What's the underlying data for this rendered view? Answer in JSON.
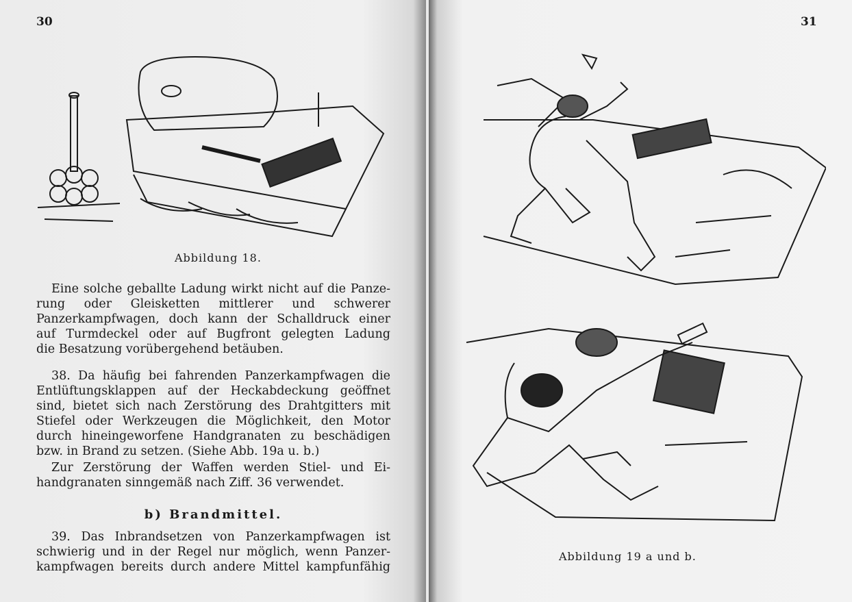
{
  "left_page": {
    "page_number": "30",
    "figure_caption": "Abbildung 18.",
    "paragraphs": [
      {
        "lines": [
          "Eine solche geballte Ladung wirkt nicht auf die Panze-",
          "rung oder Gleisketten mittlerer und schwerer",
          "Panzerkampfwagen, doch kann der Schalldruck einer",
          "auf Turmdeckel oder auf Bugfront gelegten Ladung",
          "die Besatzung vorübergehend betäuben."
        ]
      },
      {
        "lines": [
          "38. Da häufig bei fahrenden Panzerkampfwagen die",
          "Entlüftungsklappen auf der Heckabdeckung geöffnet",
          "sind, bietet sich nach Zerstörung des Drahtgitters mit",
          "Stiefel oder Werkzeugen die Möglichkeit, den Motor",
          "durch hineingeworfene Handgranaten zu beschädigen",
          "bzw. in Brand zu setzen. (Siehe Abb. 19a u. b.)"
        ]
      },
      {
        "lines": [
          "Zur Zerstörung der Waffen werden Stiel- und Ei-",
          "handgranaten sinngemäß nach Ziff. 36 verwendet."
        ]
      }
    ],
    "section_heading": "b) Brandmittel.",
    "paragraph_39": {
      "lines": [
        "39. Das Inbrandsetzen von Panzerkampfwagen ist",
        "schwierig und in der Regel nur möglich, wenn Panzer-",
        "kampfwagen bereits durch andere Mittel kampfunfähig"
      ]
    }
  },
  "right_page": {
    "page_number": "31",
    "figure_caption": "Abbildung 19 a und b."
  }
}
